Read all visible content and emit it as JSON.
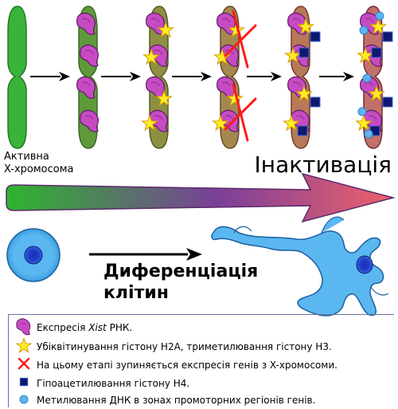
{
  "labels": {
    "active_line1": "Активна",
    "active_line2": "X-хромосома",
    "inactivation": "Інактивація",
    "differentiation_line1": "Диференціація",
    "differentiation_line2": "клітин"
  },
  "legend": [
    {
      "icon": "xist-rna-icon",
      "pre": "Експресія ",
      "italic": "Xist",
      "post": " РНК."
    },
    {
      "icon": "star-icon",
      "pre": "Убіквітинування гістону H2A, триметилювання гістону H3.",
      "italic": "",
      "post": ""
    },
    {
      "icon": "red-cross-icon",
      "pre": "На цьому етапі зупиняється експресія генів з X-хромосоми.",
      "italic": "",
      "post": ""
    },
    {
      "icon": "blue-square-icon",
      "pre": "Гіпоацетилювання гістону H4.",
      "italic": "",
      "post": ""
    },
    {
      "icon": "blue-circle-icon",
      "pre": "Метилювання ДНК в зонах промоторних регіонів генів.",
      "italic": "",
      "post": ""
    }
  ],
  "colors": {
    "chromosome_active": "#3ab33a",
    "chromosome_stage1": "#5e9a3a",
    "chromosome_stage2": "#8d8f42",
    "chromosome_stage3": "#a5884e",
    "chromosome_stage4": "#b67a5a",
    "chromosome_stage5": "#c2706a",
    "xist": "#c64bc2",
    "star": "#ffee22",
    "cross": "#ff1a1a",
    "square": "#0d1870",
    "dot": "#5fb3ee",
    "gradient_start": "#2eb52e",
    "gradient_mid": "#7a3f98",
    "gradient_end": "#f0606a",
    "cell": "#5bb7f0"
  }
}
